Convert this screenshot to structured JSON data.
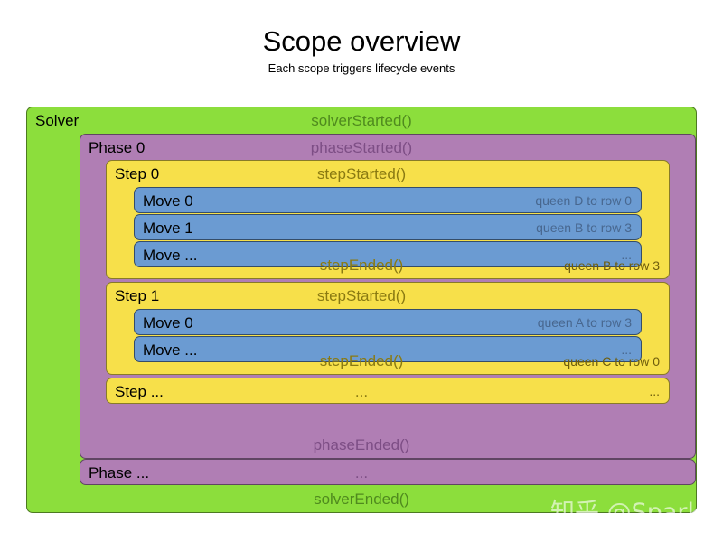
{
  "header": {
    "title": "Scope overview",
    "subtitle": "Each scope triggers lifecycle events"
  },
  "colors": {
    "solver_bg": "#8CDE3C",
    "phase_bg": "#B07EB4",
    "step_bg": "#F7E04A",
    "move_bg": "#6B9BD2",
    "page_bg": "#ffffff",
    "label_text": "#000000"
  },
  "diagram": {
    "solver": {
      "name": "Solver",
      "started_event": "solverStarted()",
      "ended_event": "solverEnded()",
      "phases": [
        {
          "name": "Phase 0",
          "started_event": "phaseStarted()",
          "ended_event": "phaseEnded()",
          "steps": [
            {
              "name": "Step 0",
              "started_event": "stepStarted()",
              "ended_event": "stepEnded()",
              "ended_value": "queen B to row 3",
              "moves": [
                {
                  "name": "Move 0",
                  "value": "queen D to row 0"
                },
                {
                  "name": "Move 1",
                  "value": "queen B to row 3"
                },
                {
                  "name": "Move ...",
                  "value": "..."
                }
              ]
            },
            {
              "name": "Step 1",
              "started_event": "stepStarted()",
              "ended_event": "stepEnded()",
              "ended_value": "queen C to row 0",
              "moves": [
                {
                  "name": "Move 0",
                  "value": "queen A to row 3"
                },
                {
                  "name": "Move ...",
                  "value": "..."
                }
              ]
            },
            {
              "name": "Step ...",
              "started_event": "...",
              "started_value": "..."
            }
          ]
        },
        {
          "name": "Phase ...",
          "started_event": "..."
        }
      ]
    }
  },
  "watermark": {
    "text": "知乎 @SparkML"
  }
}
